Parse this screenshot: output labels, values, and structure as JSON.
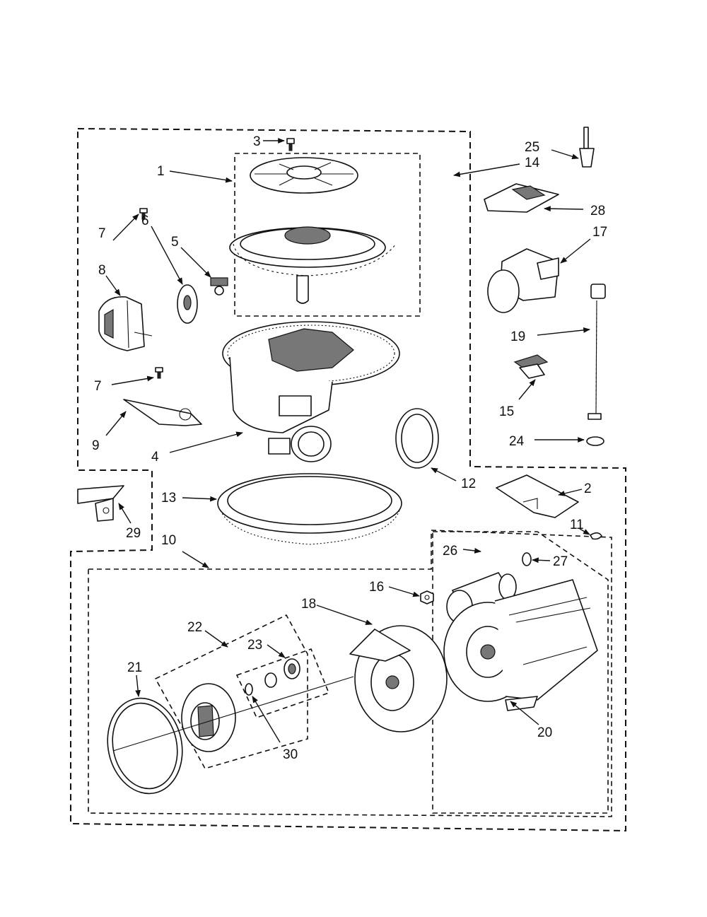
{
  "callouts": {
    "c1": "1",
    "c2": "2",
    "c3": "3",
    "c4": "4",
    "c5": "5",
    "c6": "6",
    "c7a": "7",
    "c7b": "7",
    "c8": "8",
    "c9": "9",
    "c10": "10",
    "c11": "11",
    "c12": "12",
    "c13": "13",
    "c14": "14",
    "c15": "15",
    "c16": "16",
    "c17": "17",
    "c18": "18",
    "c19": "19",
    "c20": "20",
    "c21": "21",
    "c22": "22",
    "c23": "23",
    "c24": "24",
    "c25": "25",
    "c26": "26",
    "c27": "27",
    "c28": "28",
    "c29": "29",
    "c30": "30"
  }
}
